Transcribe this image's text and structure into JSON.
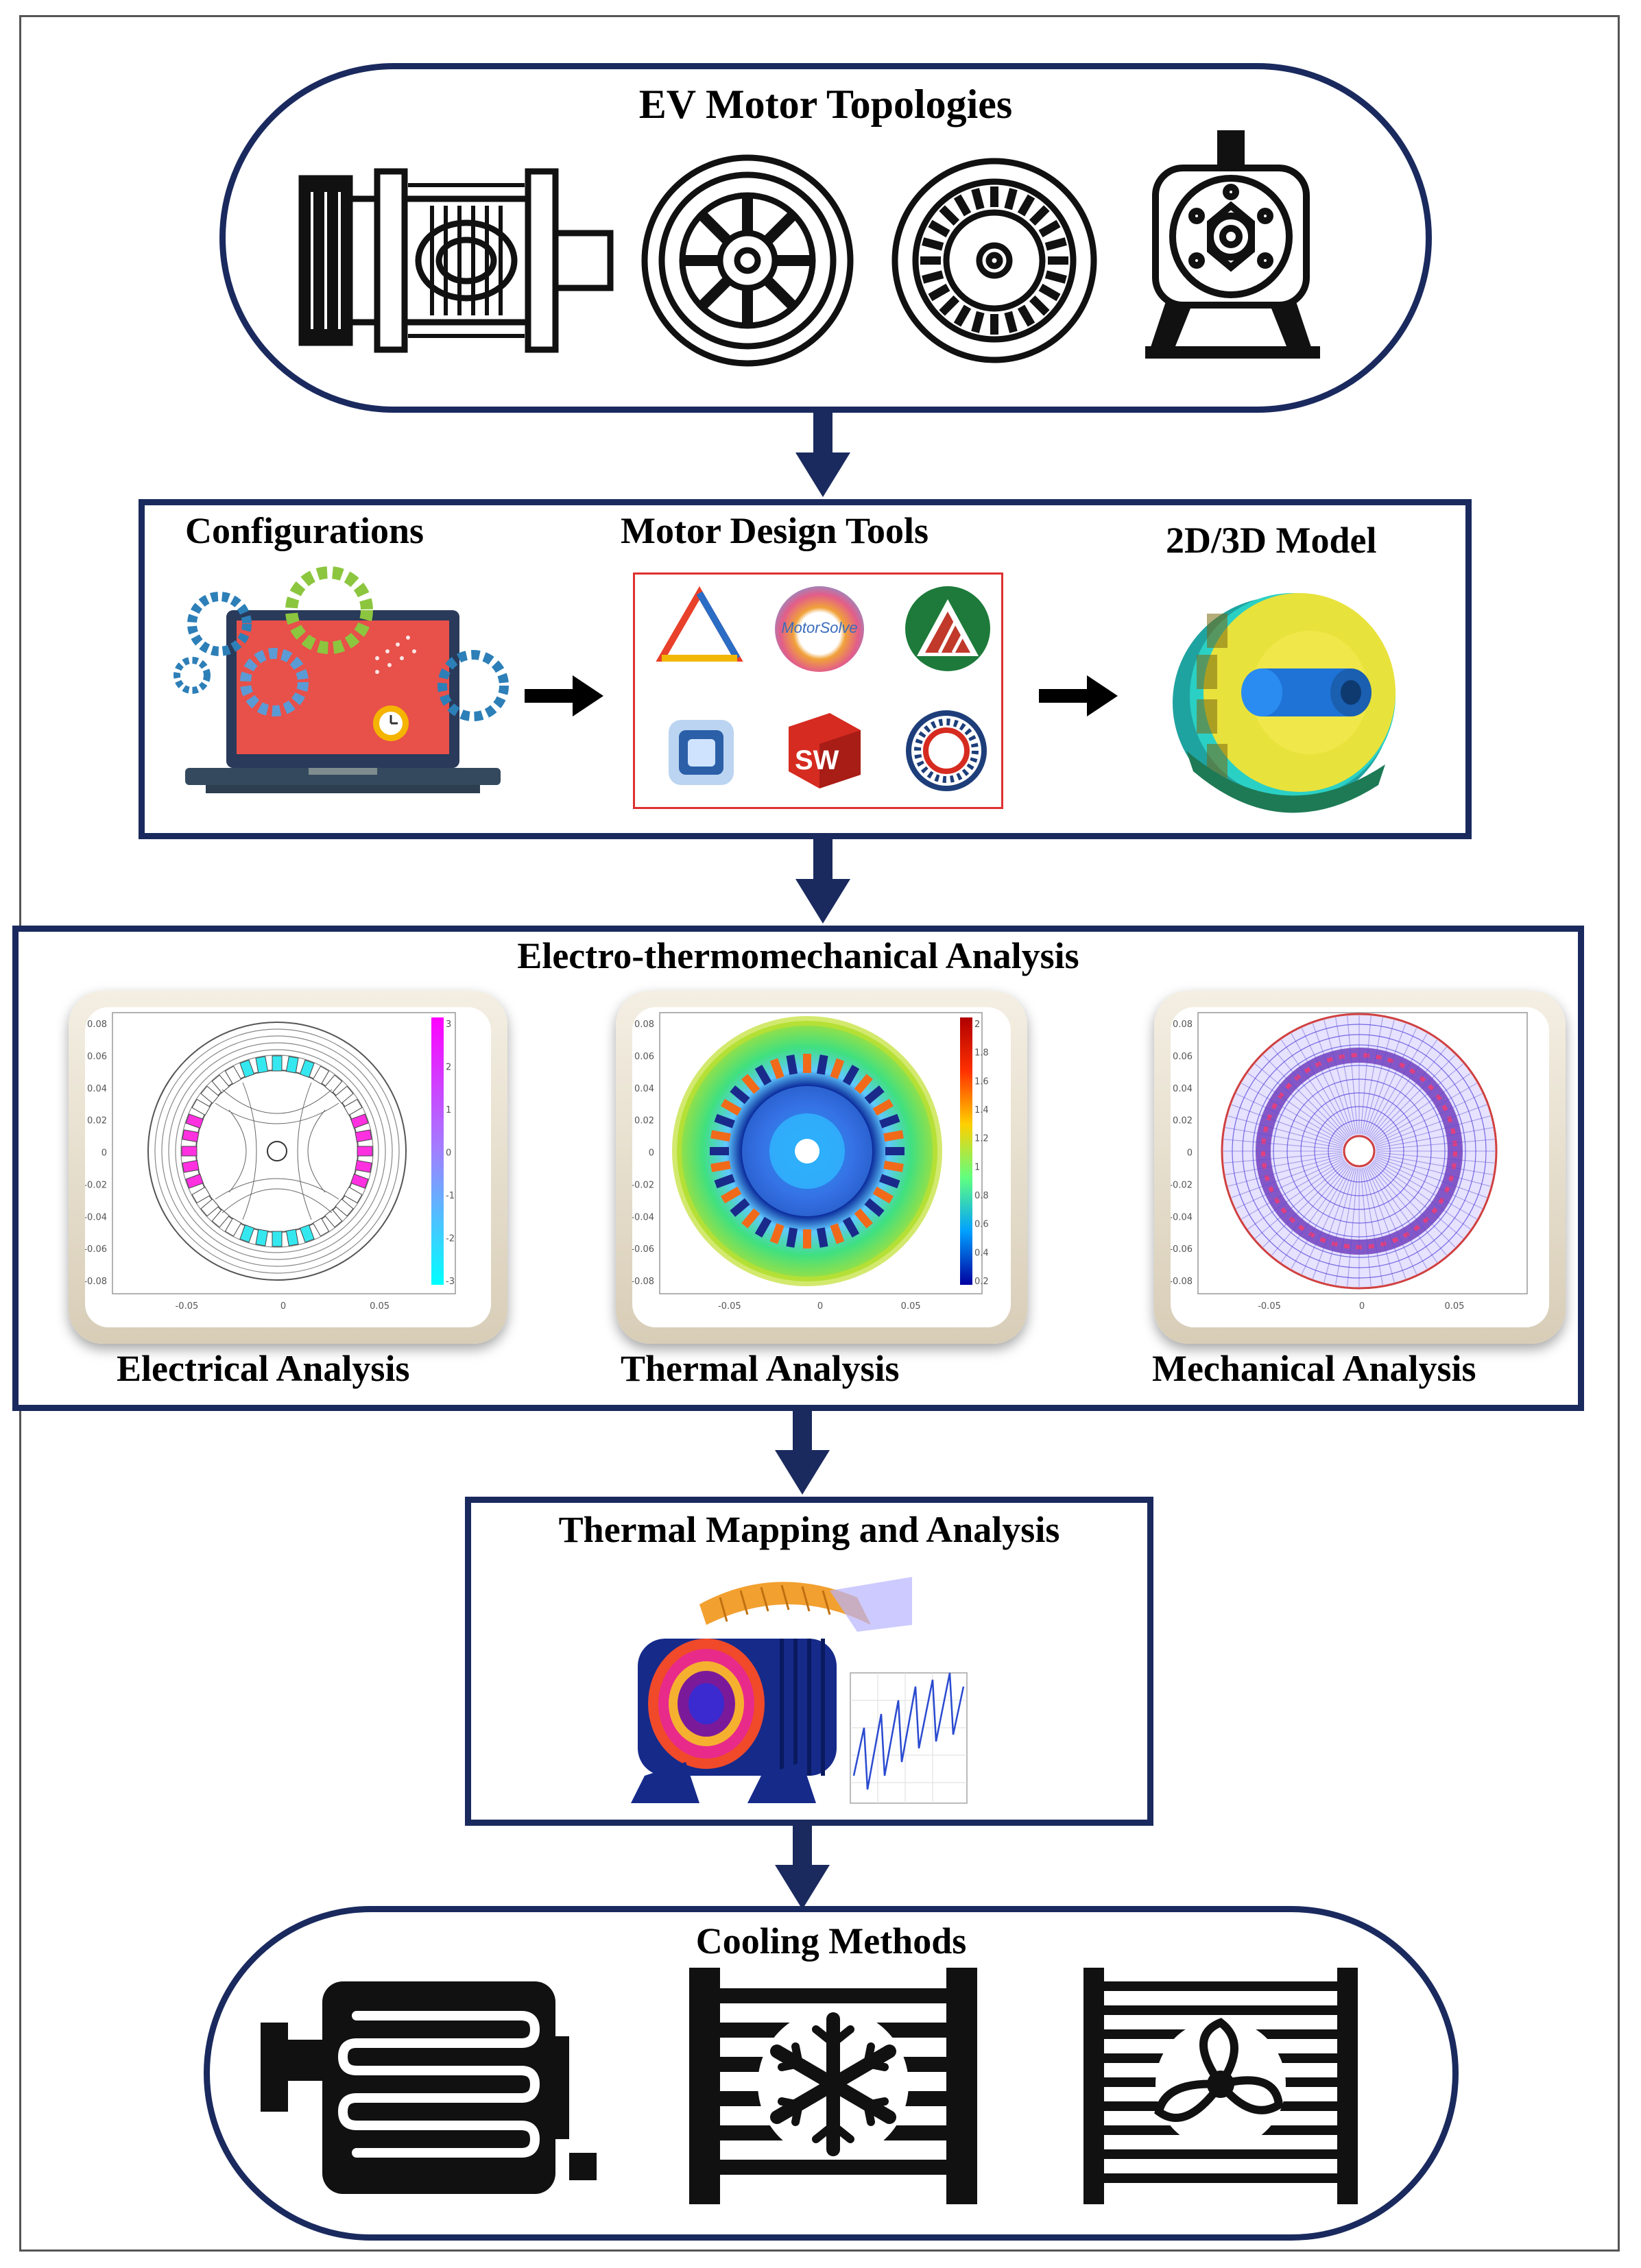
{
  "titles": {
    "topologies": "EV Motor Topologies",
    "configurations": "Configurations",
    "design_tools": "Motor Design Tools",
    "model": "2D/3D Model",
    "etm": "Electro-thermomechanical Analysis",
    "electrical": "Electrical Analysis",
    "thermal": "Thermal Analysis",
    "mechanical": "Mechanical Analysis",
    "mapping": "Thermal Mapping and Analysis",
    "cooling": "Cooling Methods"
  },
  "design_tool_logos": [
    "tool-logo-1",
    "MotorSolve",
    "tool-logo-3",
    "tool-logo-4",
    "SW",
    "tool-logo-6"
  ],
  "plot_ticks": {
    "y": [
      "0.08",
      "0.06",
      "0.04",
      "0.02",
      "0",
      "-0.02",
      "-0.04",
      "-0.06",
      "-0.08"
    ],
    "x": [
      "-0.05",
      "0",
      "0.05"
    ]
  },
  "colorbars": {
    "electrical": [
      "3",
      "2",
      "1",
      "0",
      "-1",
      "-2",
      "-3"
    ],
    "thermal": [
      "2",
      "1.8",
      "1.6",
      "1.4",
      "1.2",
      "1",
      "0.8",
      "0.6",
      "0.4",
      "0.2"
    ]
  },
  "colors": {
    "frame": "#1a2a5e",
    "arrow": "#1a2a5e",
    "accent_red": "#e03030"
  }
}
